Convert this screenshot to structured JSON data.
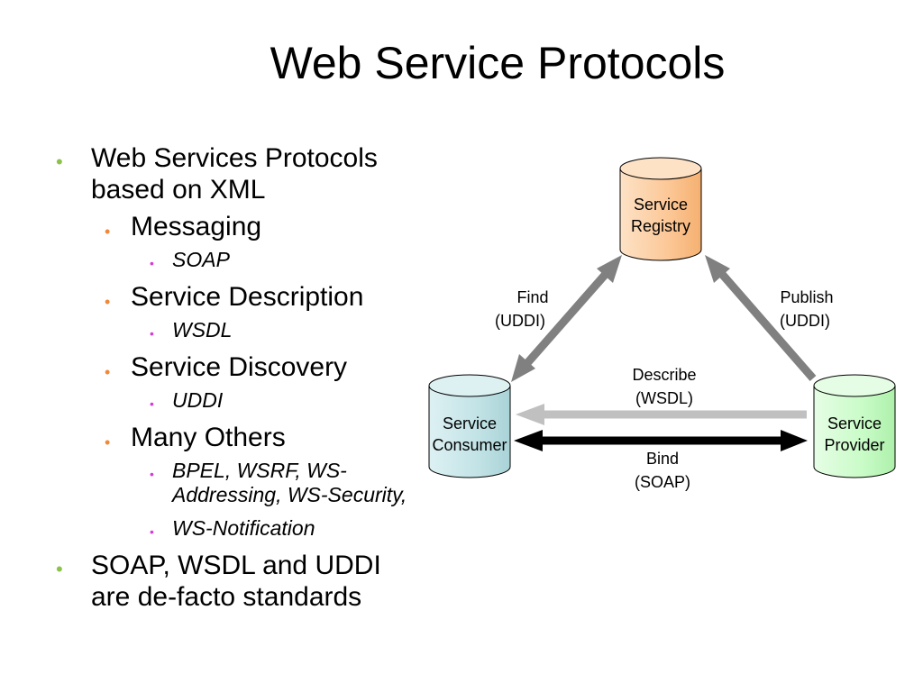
{
  "title": "Web Service Protocols",
  "bullets": {
    "b1": {
      "line1": "Web Services Protocols",
      "line2": "based on XML"
    },
    "messaging": "Messaging",
    "soap": "SOAP",
    "service_description": "Service Description",
    "wsdl": "WSDL",
    "service_discovery": "Service Discovery",
    "uddi": "UDDI",
    "many_others": "Many Others",
    "others_line1": "BPEL, WSRF, WS-",
    "others_line2": "Addressing, WS-Security,",
    "ws_notification": "WS-Notification",
    "b_last": {
      "line1": "SOAP, WSDL and UDDI",
      "line2": "are de-facto standards"
    }
  },
  "diagram": {
    "registry": {
      "line1": "Service",
      "line2": "Registry",
      "color": "#fcc796"
    },
    "consumer": {
      "line1": "Service",
      "line2": "Consumer",
      "color": "#c2e3e6"
    },
    "provider": {
      "line1": "Service",
      "line2": "Provider",
      "color": "#c9fcc7"
    },
    "find": {
      "line1": "Find",
      "line2": "(UDDI)"
    },
    "publish": {
      "line1": "Publish",
      "line2": "(UDDI)"
    },
    "describe": {
      "line1": "Describe",
      "line2": "(WSDL)"
    },
    "bind": {
      "line1": "Bind",
      "line2": "(SOAP)"
    }
  },
  "colors": {
    "bullet_level1": "#8bc34a",
    "bullet_level2": "#f0883a",
    "bullet_level3": "#d63bd6",
    "arrow_gray": "#808080",
    "arrow_light": "#c0c0c0",
    "arrow_black": "#000000"
  }
}
